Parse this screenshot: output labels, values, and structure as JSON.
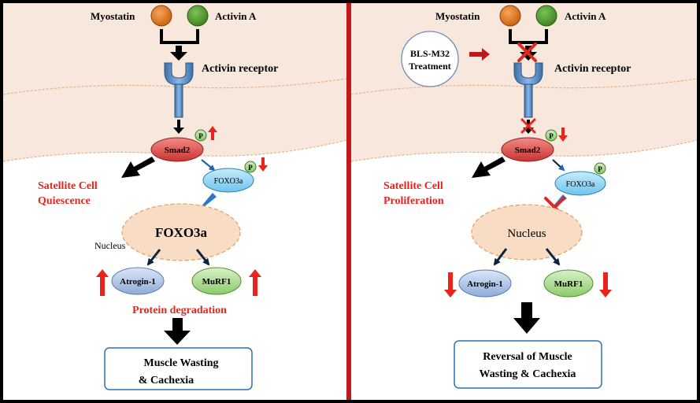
{
  "left_panel": {
    "ligand_1": "Myostatin",
    "ligand_2": "Activin A",
    "receptor": "Activin receptor",
    "smad2": "Smad2",
    "phospho": "P",
    "foxo3a": "FOXO3a",
    "nucleus_label": "Nucleus",
    "nucleus_foxo": "FOXO3a",
    "satellite_line1": "Satellite Cell",
    "satellite_line2": "Quiescence",
    "atrogin": "Atrogin-1",
    "murf1": "MuRF1",
    "protein_degradation": "Protein degradation",
    "outcome_line1": "Muscle Wasting",
    "outcome_line2": "& Cachexia"
  },
  "right_panel": {
    "ligand_1": "Myostatin",
    "ligand_2": "Activin A",
    "treatment_line1": "BLS-M32",
    "treatment_line2": "Treatment",
    "receptor": "Activin receptor",
    "smad2": "Smad2",
    "phospho": "P",
    "foxo3a": "FOXO3a",
    "nucleus": "Nucleus",
    "satellite_line1": "Satellite Cell",
    "satellite_line2": "Proliferation",
    "atrogin": "Atrogin-1",
    "murf1": "MuRF1",
    "outcome_line1": "Reversal of Muscle",
    "outcome_line2": "Wasting & Cachexia"
  },
  "colors": {
    "cytoplasm": "#f8e7dc",
    "nucleus_fill": "#f8dcc4",
    "divider": "#c0191b",
    "myostatin": "#e07a1e",
    "activin": "#4f9a2c",
    "smad2": "#e24d4a",
    "foxo3a": "#8fd2f3",
    "atrogin": "#a9c2e6",
    "murf1": "#a8d88d",
    "receptor": "#5b8fc5",
    "accent_red": "#e8241c"
  }
}
